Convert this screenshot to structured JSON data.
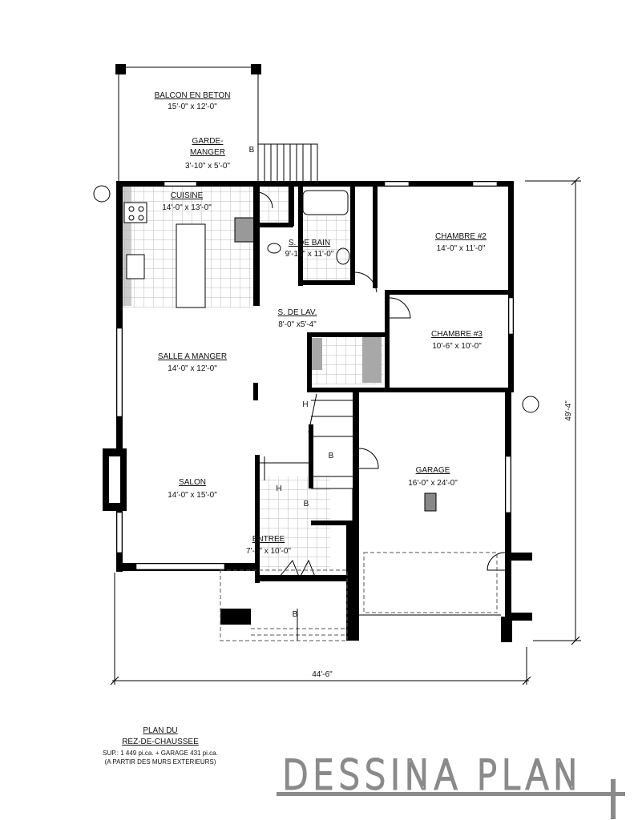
{
  "plan": {
    "rooms": [
      {
        "name": "BALCON EN BETON",
        "size": "15'-0\" x 12'-0\""
      },
      {
        "name": "GARDE-",
        "name2": "MANGER",
        "size": "3'-10\" x 5'-0\""
      },
      {
        "name": "CUISINE",
        "size": "14'-0\" x 13'-0\""
      },
      {
        "name": "S. DE BAIN",
        "size": "9'-10\" x 11'-0\""
      },
      {
        "name": "CHAMBRE #2",
        "size": "14'-0\" x 11'-0\""
      },
      {
        "name": "S. DE LAV.",
        "size": "8'-0\" x5'-4\""
      },
      {
        "name": "CHAMBRE #3",
        "size": "10'-6\" x 10'-0\""
      },
      {
        "name": "SALLE A MANGER",
        "size": "14'-0\" x 12'-0\""
      },
      {
        "name": "SALON",
        "size": "14'-0\" x 15'-0\""
      },
      {
        "name": "GARAGE",
        "size": "16'-0\" x 24'-0\""
      },
      {
        "name": "ENTREE",
        "size": "7'-8\" x 10'-0\""
      }
    ],
    "stair_marks": {
      "down": "B",
      "up": "H"
    },
    "dimensions": {
      "width": "44'-6\"",
      "depth": "49'-4\""
    }
  },
  "title_block": {
    "line1": "PLAN DU",
    "line2": "REZ-DE-CHAUSSEE",
    "line3": "SUP.: 1 449 pi.ca. + GARAGE 431 pi.ca.",
    "line4": "(A PARTIR DES MURS EXTERIEURS)"
  },
  "logo": {
    "text": "DESSINA PLAN",
    "color": "#8a8a8a"
  }
}
